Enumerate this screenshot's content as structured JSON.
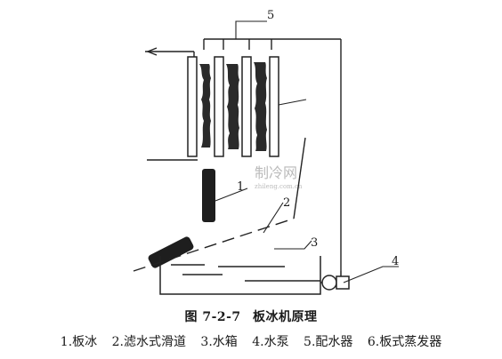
{
  "callouts": {
    "one": "1",
    "two": "2",
    "three": "3",
    "four": "4",
    "five": "5"
  },
  "watermark": {
    "main": "制冷网",
    "sub": "zhileng.com.cn"
  },
  "caption": {
    "figure_number": "图 7-2-7",
    "title": "板冰机原理"
  },
  "legend": [
    "1.板冰",
    "2.滤水式滑道",
    "3.水箱",
    "4.水泵",
    "5.配水器",
    "6.板式蒸发器"
  ]
}
